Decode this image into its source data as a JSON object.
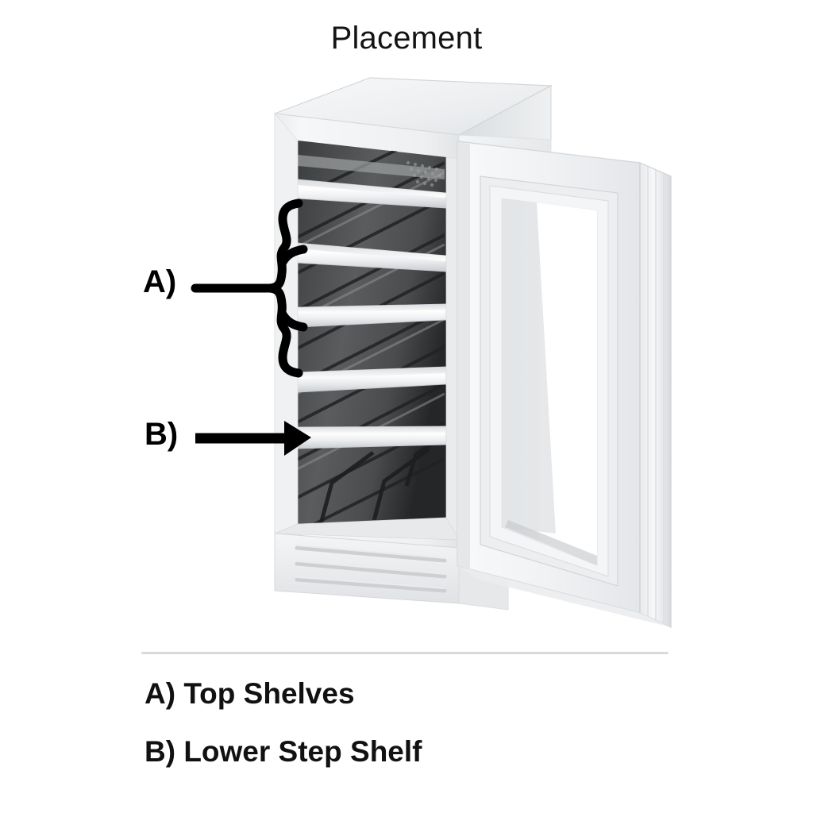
{
  "header": {
    "title": "Placement"
  },
  "figure": {
    "alt_name": "wine-cooler-cutaway-illustration",
    "product": "under-counter wine cooler with open glass door",
    "callouts": [
      {
        "id": "A",
        "label": "A)",
        "pointer": "brace",
        "target": "top-shelves",
        "prong_count": 4
      },
      {
        "id": "B",
        "label": "B)",
        "pointer": "arrow",
        "target": "lower-step-shelf"
      }
    ],
    "shelves": [
      {
        "index": 1,
        "group": "A",
        "name": "top-shelf-1"
      },
      {
        "index": 2,
        "group": "A",
        "name": "top-shelf-2"
      },
      {
        "index": 3,
        "group": "A",
        "name": "top-shelf-3"
      },
      {
        "index": 4,
        "group": "A",
        "name": "top-shelf-4"
      },
      {
        "index": 5,
        "group": "B",
        "name": "lower-step-shelf"
      }
    ],
    "vent_slots": 3
  },
  "legend": {
    "items": [
      {
        "key": "A",
        "text": "A) Top Shelves"
      },
      {
        "key": "B",
        "text": "B) Lower Step Shelf"
      }
    ]
  },
  "colors": {
    "background": "#ffffff",
    "text": "#111111",
    "cabinet_light": "#f2f3f4",
    "cabinet_mid": "#e3e5e7",
    "cabinet_shadow": "#cfd2d5",
    "interior_dark": "#4a4c4e",
    "interior_darkest": "#2b2d2f",
    "shelf_white": "#fbfbfb",
    "divider": "#d9d9d9",
    "callout_black": "#000000"
  }
}
